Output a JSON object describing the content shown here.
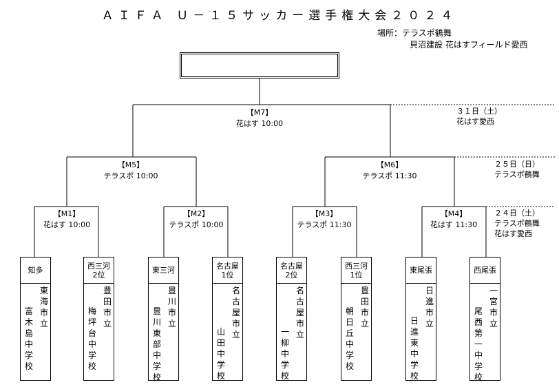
{
  "title": "ＡＩＦＡ Ｕ－１５サッカー選手権大会２０２４",
  "venue": {
    "label": "場所：テラスポ鶴舞",
    "line2": "貝沼建設 花はすフィールド愛西"
  },
  "winner": "",
  "matches": {
    "M7": {
      "code": "【M7】",
      "detail": "花はす 10:00"
    },
    "M5": {
      "code": "【M5】",
      "detail": "テラスポ 10:00"
    },
    "M6": {
      "code": "【M6】",
      "detail": "テラスポ 11:30"
    },
    "M1": {
      "code": "【M1】",
      "detail": "花はす 10:00"
    },
    "M2": {
      "code": "【M2】",
      "detail": "テラスポ 10:00"
    },
    "M3": {
      "code": "【M3】",
      "detail": "テラスポ 11:30"
    },
    "M4": {
      "code": "【M4】",
      "detail": "花はす 11:30"
    }
  },
  "dates": {
    "d31": {
      "date": "３１日（土）",
      "place": "花はす愛西"
    },
    "d25": {
      "date": "２５日（日）",
      "place": "テラスポ鶴舞"
    },
    "d24": {
      "date": "２４日（土）",
      "place1": "テラスポ鶴舞",
      "place2": "花はす愛西"
    }
  },
  "teams": [
    {
      "seed1": "知多",
      "seed2": "",
      "city": "東海市立",
      "school": "富木島中学校"
    },
    {
      "seed1": "西三河",
      "seed2": "2位",
      "city": "豊田市立",
      "school": "梅坪台中学校"
    },
    {
      "seed1": "東三河",
      "seed2": "",
      "city": "豊川市立",
      "school": "豊川東部中学校"
    },
    {
      "seed1": "名古屋",
      "seed2": "1位",
      "city": "名古屋市立",
      "school": "山田中学校"
    },
    {
      "seed1": "名古屋",
      "seed2": "2位",
      "city": "名古屋市立",
      "school": "一柳中学校"
    },
    {
      "seed1": "西三河",
      "seed2": "1位",
      "city": "豊田市立",
      "school": "朝日丘中学校"
    },
    {
      "seed1": "東尾張",
      "seed2": "",
      "city": "日進市立",
      "school": "日進東中学校"
    },
    {
      "seed1": "西尾張",
      "seed2": "",
      "city": "一宮市立",
      "school": "尾西第一中学校"
    }
  ]
}
